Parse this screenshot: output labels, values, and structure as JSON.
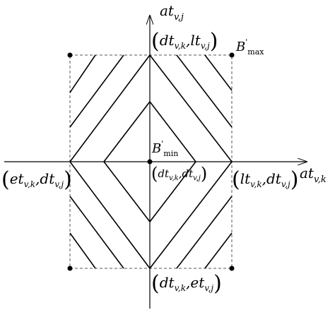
{
  "axes": {
    "horizontal": {
      "base": "at",
      "sub": "v,k"
    },
    "vertical": {
      "base": "at",
      "sub": "v,j"
    }
  },
  "points": {
    "top": {
      "x_base": "dt",
      "x_sub": "v,k",
      "y_base": "lt",
      "y_sub": "v,j"
    },
    "bottom": {
      "x_base": "dt",
      "x_sub": "v,k",
      "y_base": "et",
      "y_sub": "v,j"
    },
    "left": {
      "x_base": "et",
      "x_sub": "v,k",
      "y_base": "dt",
      "y_sub": "v,j"
    },
    "right": {
      "x_base": "lt",
      "x_sub": "v,k",
      "y_base": "dt",
      "y_sub": "v,j"
    },
    "center": {
      "x_base": "dt",
      "x_sub": "v,k",
      "y_base": "dt",
      "y_sub": "v,j"
    }
  },
  "bounds": {
    "max": {
      "base": "B",
      "prime": "'",
      "sub": "max"
    },
    "min": {
      "base": "B",
      "prime": "'",
      "sub": "min"
    }
  }
}
